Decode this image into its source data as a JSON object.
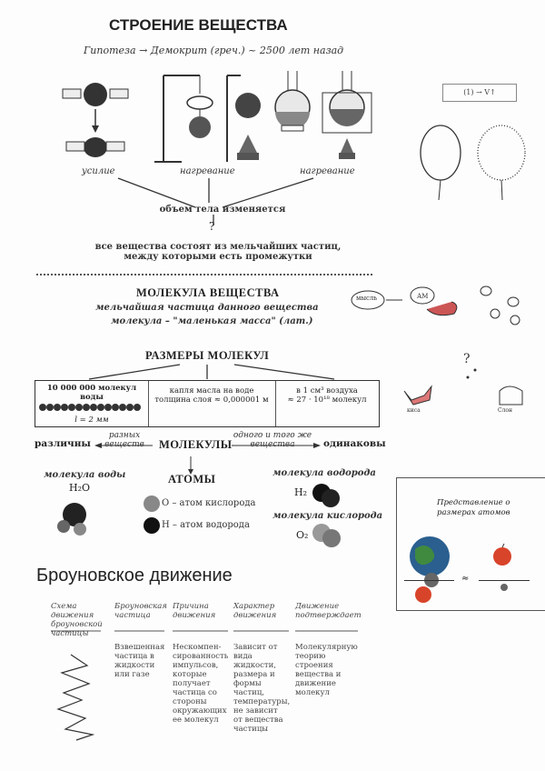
{
  "title": "СТРОЕНИЕ ВЕЩЕСТВА",
  "hypothesis": "Гипотеза → Демокрит (греч.) ~ 2500 лет назад",
  "experiments": [
    {
      "label": "усилие"
    },
    {
      "label": "нагревание"
    },
    {
      "label": "нагревание"
    }
  ],
  "volume_changes": "объем тела изменяется",
  "question_mark": "?",
  "conclusion": [
    "все вещества состоят из мельчайших частиц,",
    "между которыми есть промежутки"
  ],
  "molecule": {
    "heading": "МОЛЕКУЛА ВЕЩЕСТВА",
    "line1": "мельчайшая частица данного вещества",
    "line2": "молекула – \"маленькая масса\" (лат.)"
  },
  "sizes": {
    "heading": "РАЗМЕРЫ МОЛЕКУЛ",
    "cell1": "10 000 000 молекул воды",
    "cell1_len": "l = 2 мм",
    "cell2": [
      "капля масла на воде",
      "толщина слоя ≈ 0,000001 м"
    ],
    "cell3": [
      "в 1 см³ воздуха",
      "≈ 27 · 10¹⁸ молекул"
    ]
  },
  "molecules_row": {
    "left": "различны",
    "left_note": [
      "разных",
      "веществ"
    ],
    "center": "МОЛЕКУЛЫ",
    "right_note": [
      "одного и того же",
      "вещества"
    ],
    "right": "одинаковы"
  },
  "water": {
    "label": "молекула воды",
    "formula": "H₂O"
  },
  "atoms": {
    "heading": "АТОМЫ",
    "o": "O – атом кислорода",
    "h": "H – атом водорода"
  },
  "hydrogen": {
    "label": "молекула водорода",
    "formula": "H₂"
  },
  "oxygen": {
    "label": "молекула кислорода",
    "formula": "O₂"
  },
  "side_note": "(1) → V↑",
  "right_panel": {
    "text": [
      "Представление о",
      "размерах атомов"
    ],
    "approx": "≈"
  },
  "brownian": {
    "heading": "Броуновское движение",
    "columns": [
      {
        "head": [
          "Схема",
          "движения",
          "броуновской",
          "частицы"
        ],
        "body": []
      },
      {
        "head": [
          "Броуновская",
          "частица"
        ],
        "body": [
          "Взвешенная",
          "частица в",
          "жидкости",
          "или газе"
        ]
      },
      {
        "head": [
          "Причина",
          "движения"
        ],
        "body": [
          "Нескомпен-",
          "сированность",
          "импульсов,",
          "которые",
          "получает",
          "частица со",
          "стороны",
          "окружающих",
          "ее молекул"
        ]
      },
      {
        "head": [
          "Характер",
          "движения"
        ],
        "body": [
          "Зависит от",
          "вида",
          "жидкости,",
          "размера и",
          "формы",
          "частиц,",
          "температуры,",
          "не зависит",
          "от вещества",
          "частицы"
        ]
      },
      {
        "head": [
          "Движение",
          "подтверждает"
        ],
        "body": [
          "Молекулярную",
          "теорию",
          "строения",
          "вещества и",
          "движение",
          "молекул"
        ]
      }
    ]
  },
  "small_labels": {
    "molecule_tag": "мысль",
    "am": "АМ",
    "sketch1": "киса",
    "sketch2": "Слон"
  }
}
